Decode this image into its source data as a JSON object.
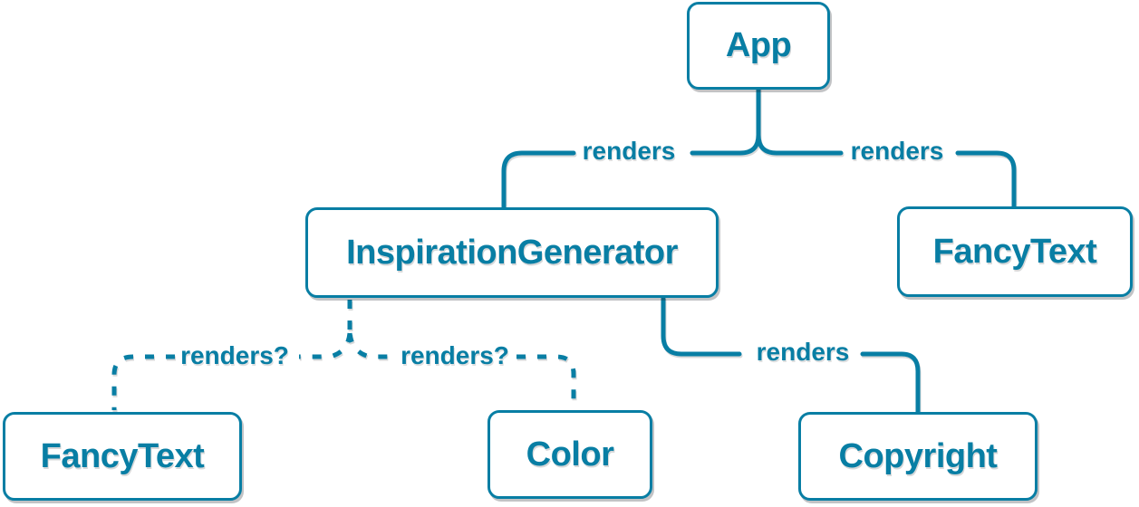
{
  "diagram": {
    "description": "component render tree",
    "colors": {
      "accent": "#087ea4",
      "node_bg": "#ffffff"
    },
    "nodes": [
      {
        "id": "app",
        "label": "App"
      },
      {
        "id": "inspiration-generator",
        "label": "InspirationGenerator"
      },
      {
        "id": "fancy-text-right",
        "label": "FancyText"
      },
      {
        "id": "fancy-text-left",
        "label": "FancyText"
      },
      {
        "id": "color",
        "label": "Color"
      },
      {
        "id": "copyright",
        "label": "Copyright"
      }
    ],
    "edges": [
      {
        "from": "App",
        "to": "InspirationGenerator",
        "label": "renders",
        "style": "solid"
      },
      {
        "from": "App",
        "to": "FancyText",
        "label": "renders",
        "style": "solid"
      },
      {
        "from": "InspirationGenerator",
        "to": "FancyText",
        "label": "renders?",
        "style": "dashed"
      },
      {
        "from": "InspirationGenerator",
        "to": "Color",
        "label": "renders?",
        "style": "dashed"
      },
      {
        "from": "InspirationGenerator",
        "to": "Copyright",
        "label": "renders",
        "style": "solid"
      }
    ]
  }
}
